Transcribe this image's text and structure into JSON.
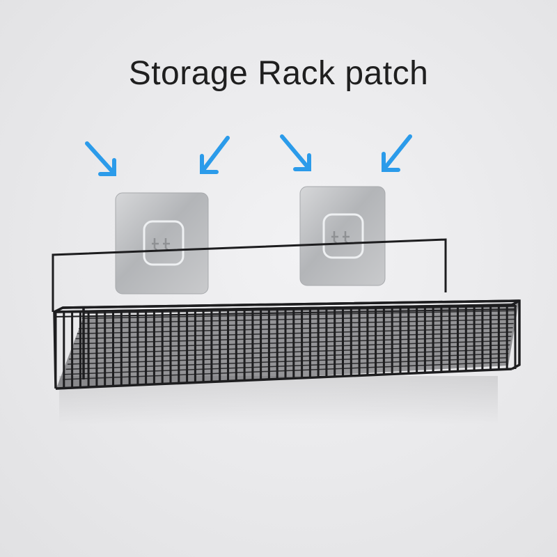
{
  "title": "Storage Rack patch",
  "colors": {
    "background": "#ececee",
    "arrow": "#2b9bea",
    "patch": "#b9bbbe",
    "rack": "#1d1d1f"
  },
  "icons": [
    "arrow-icon",
    "adhesive-patch",
    "wire-basket"
  ]
}
